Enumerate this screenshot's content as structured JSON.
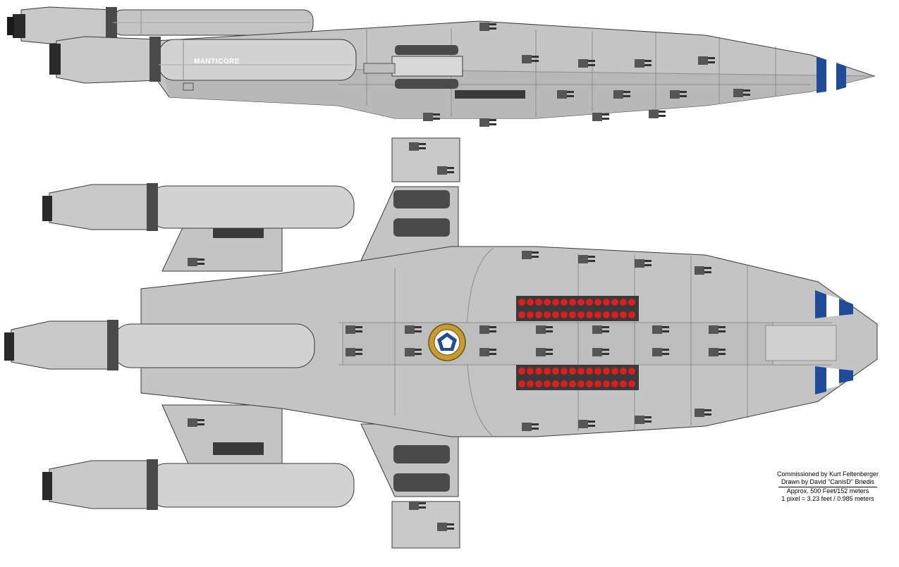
{
  "ship": {
    "name": "MANTICORE"
  },
  "credits": {
    "commissioned": "Commissioned by Kurt Feltenberger",
    "drawn": "Drawn by David \"CanisD\" Briedis",
    "length": "Approx. 500 Feet/152 meters",
    "scale": "1 pixel = 3.23 feet / 0.985 meters"
  },
  "colors": {
    "hull": "#c4c4c4",
    "hull_light": "#d2d2d2",
    "hull_dark": "#a8a8a8",
    "panel_line": "#8c8c8c",
    "outline": "#3a3a3a",
    "nozzle": "#2a2a2a",
    "stripe_blue": "#1f4b99",
    "stripe_white": "#ffffff",
    "launch_tube_red": "#dd1e1e",
    "emblem_gold": "#c89b2e",
    "emblem_blue": "#1f4b99"
  }
}
